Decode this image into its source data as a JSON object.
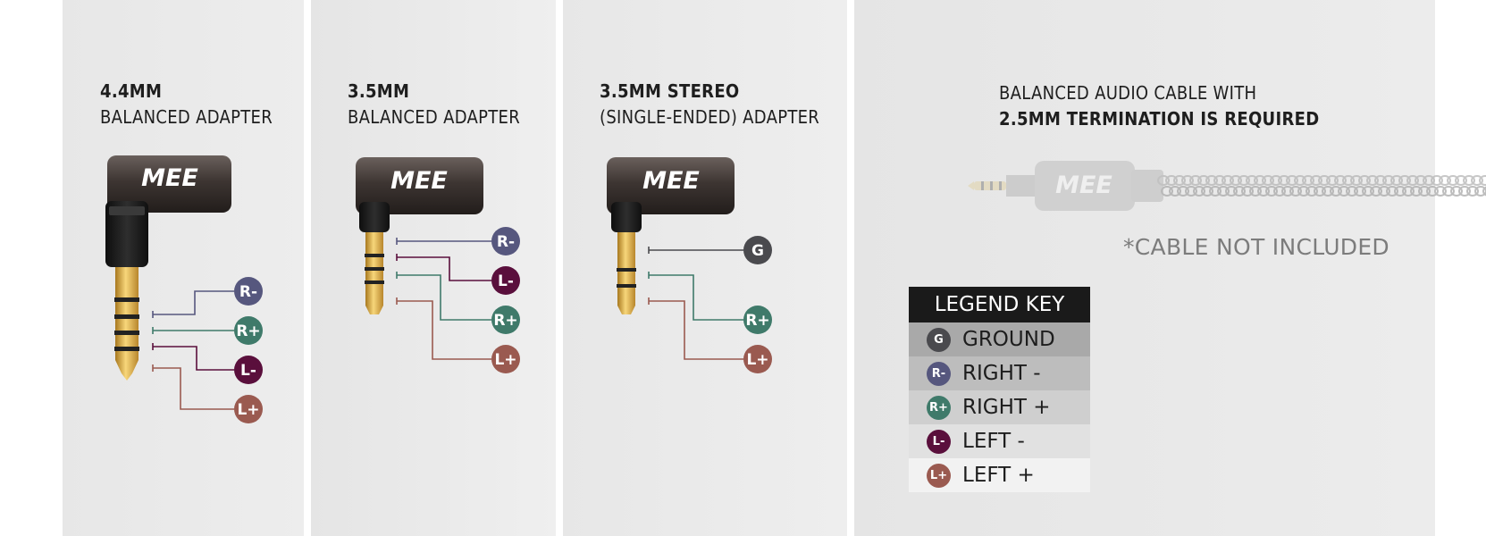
{
  "panels": [
    {
      "title1": "4.4MM",
      "title2": "BALANCED ADAPTER",
      "brand": "MEE"
    },
    {
      "title1": "3.5MM",
      "title2": "BALANCED ADAPTER",
      "brand": "MEE"
    },
    {
      "title1": "3.5MM STEREO",
      "title2": "(SINGLE-ENDED) ADAPTER",
      "brand": "MEE"
    }
  ],
  "requirement": {
    "line1": "BALANCED AUDIO CABLE WITH",
    "line2": "2.5MM TERMINATION IS REQUIRED",
    "note": "*CABLE NOT INCLUDED",
    "brand": "MEE"
  },
  "colors": {
    "G": "#4a4a4e",
    "R-": "#56577e",
    "R+": "#3f7a6a",
    "L-": "#5a0f3c",
    "L+": "#9a5a50"
  },
  "labels": {
    "G": "G",
    "R-": "R-",
    "R+": "R+",
    "L-": "L-",
    "L+": "L+"
  },
  "legend": {
    "title": "LEGEND KEY",
    "items": [
      {
        "code": "G",
        "label": "GROUND"
      },
      {
        "code": "R-",
        "label": "RIGHT  -"
      },
      {
        "code": "R+",
        "label": "RIGHT  +"
      },
      {
        "code": "L-",
        "label": "LEFT  -"
      },
      {
        "code": "L+",
        "label": "LEFT  +"
      }
    ]
  }
}
